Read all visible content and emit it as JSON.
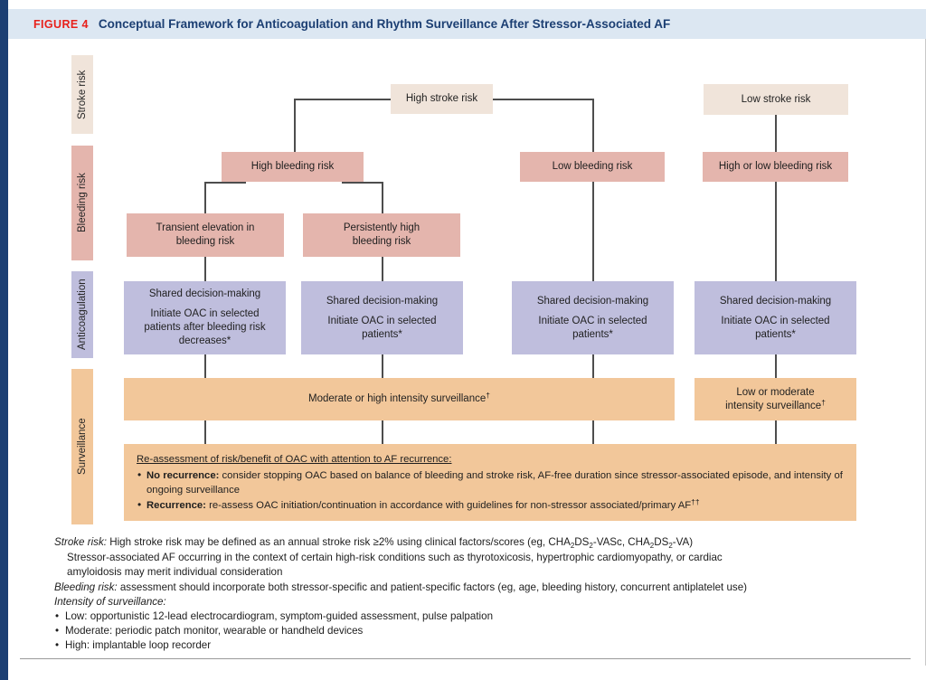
{
  "header": {
    "figure_label": "FIGURE 4",
    "title": "Conceptual Framework for Anticoagulation and Rhythm Surveillance After Stressor-Associated AF",
    "label_color": "#e8201a",
    "title_color": "#1c3f73",
    "band_color": "#dce7f2"
  },
  "row_labels": [
    {
      "text": "Stroke risk",
      "color": "#f0e4da"
    },
    {
      "text": "Bleeding risk",
      "color": "#e4b5ad"
    },
    {
      "text": "Anticoagulation",
      "color": "#bfbedd"
    },
    {
      "text": "Surveillance",
      "color": "#f2c79a"
    }
  ],
  "stroke_risk": {
    "high": "High stroke risk",
    "low": "Low stroke risk"
  },
  "bleeding_risk": {
    "high": "High bleeding risk",
    "low": "Low bleeding risk",
    "high_or_low": "High or low bleeding risk",
    "transient_line1": "Transient elevation in",
    "transient_line2": "bleeding risk",
    "persistent_line1": "Persistently high",
    "persistent_line2": "bleeding risk"
  },
  "anticoagulation": {
    "shared": "Shared decision-making",
    "box1_line1": "Initiate OAC in selected",
    "box1_line2": "patients after bleeding risk",
    "box1_line3": "decreases*",
    "box_other_line1": "Initiate OAC in selected",
    "box_other_line2": "patients*"
  },
  "surveillance": {
    "moderate_high": "Moderate or high intensity surveillance",
    "moderate_high_sup": "†",
    "low_moderate_line1": "Low or moderate",
    "low_moderate_line2": "intensity surveillance",
    "low_moderate_sup": "†"
  },
  "reassessment": {
    "heading": "Re-assessment of risk/benefit of OAC with attention to AF recurrence:",
    "bullet1_bold": "No recurrence:",
    "bullet1_text": " consider stopping OAC based on balance of bleeding and stroke risk, AF-free duration since stressor-associated episode, and intensity of ongoing surveillance",
    "bullet2_bold": "Recurrence:",
    "bullet2_text": " re-assess OAC initiation/continuation in accordance with guidelines for non-stressor associated/primary AF",
    "bullet2_sup": "††"
  },
  "notes": {
    "stroke_label": "Stroke risk:",
    "stroke_text_a": " High stroke risk may be defined as an annual stroke risk ≥2% using clinical factors/scores (eg, CHA",
    "stroke_sub1": "2",
    "stroke_text_b": "DS",
    "stroke_sub2": "2",
    "stroke_text_c": "-VASc, CHA",
    "stroke_sub3": "2",
    "stroke_text_d": "DS",
    "stroke_sub4": "2",
    "stroke_text_e": "-VA)",
    "stroke_cont_1": "Stressor-associated AF occurring in the context of certain high-risk conditions such as thyrotoxicosis, hypertrophic cardiomyopathy, or cardiac",
    "stroke_cont_2": "amyloidosis may merit individual consideration",
    "bleeding_label": "Bleeding risk:",
    "bleeding_text": " assessment should incorporate both stressor-specific and patient-specific factors (eg, age, bleeding history, concurrent antiplatelet use)",
    "intensity_label": "Intensity of surveillance:",
    "intensity_low": "Low: opportunistic 12-lead electrocardiogram, symptom-guided assessment, pulse palpation",
    "intensity_moderate": "Moderate: periodic patch monitor, wearable or handheld devices",
    "intensity_high": "High: implantable loop recorder"
  },
  "colors": {
    "beige": "#f0e4da",
    "pink": "#e4b5ad",
    "purple": "#bfbedd",
    "orange": "#f2c79a",
    "connector": "#4d4d4d"
  }
}
